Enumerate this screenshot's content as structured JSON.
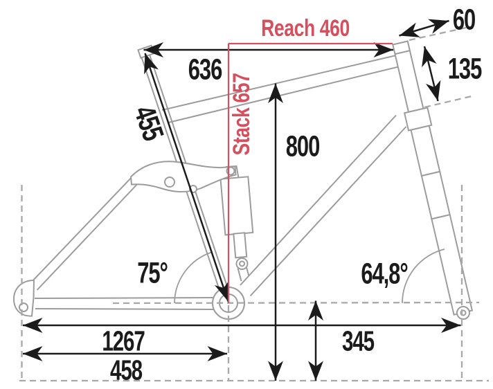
{
  "diagram": {
    "type": "bike-frame-geometry",
    "colors": {
      "accent_red": "#d4505e",
      "frame_gray": "#9c9c9c",
      "dash_gray": "#a8a8a8",
      "dimension_black": "#1b1b1b"
    },
    "red_dims": {
      "reach": "Reach 460",
      "stack": "Stack 657"
    },
    "dims": {
      "top_tube_horizontal": "636",
      "seat_tube": "455",
      "standover": "800",
      "stem": "60",
      "head_tube": "135",
      "seat_angle": "75°",
      "head_angle": "64,8°",
      "wheelbase": "1267",
      "rear_center": "458",
      "bb_height": "345"
    }
  }
}
